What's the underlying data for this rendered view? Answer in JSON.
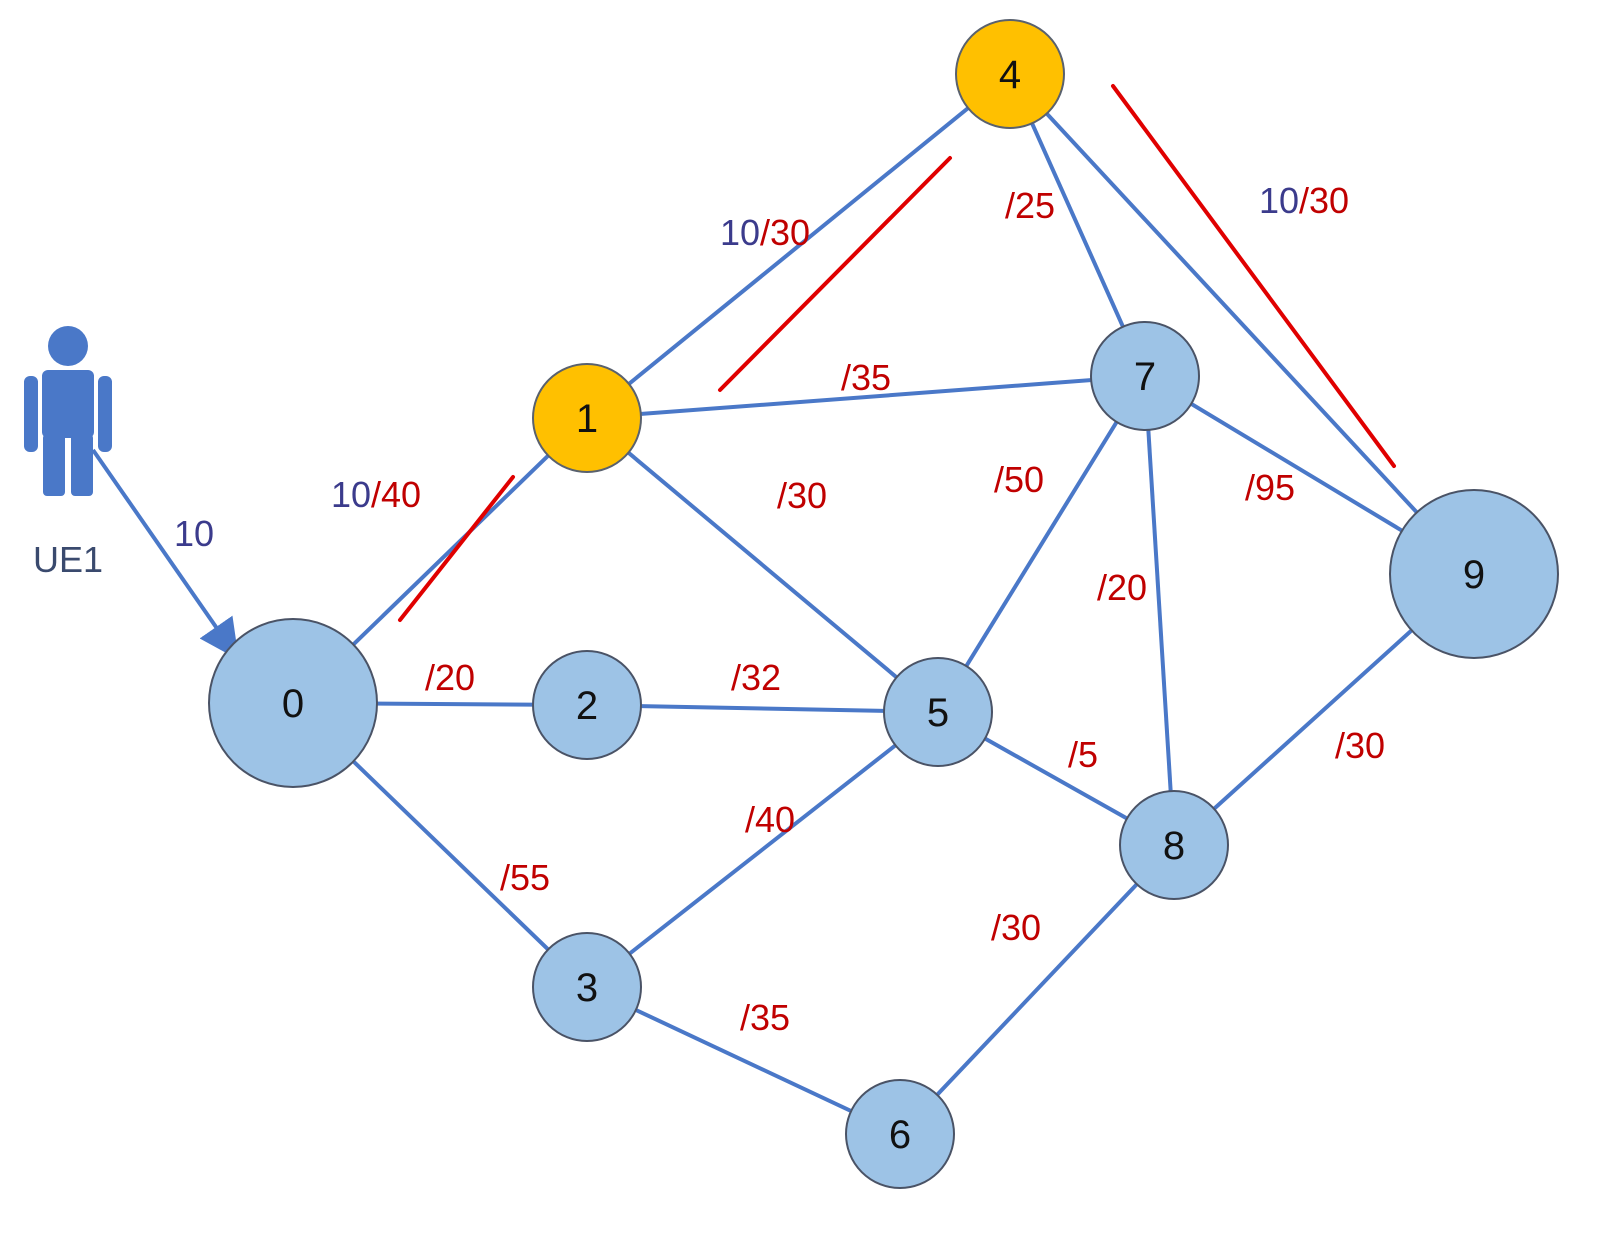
{
  "colors": {
    "edge": "#4a78c8",
    "node_fill": "#9dc3e6",
    "node_stroke": "#4a5366",
    "highlight_fill": "#ffc000",
    "highlight_stroke": "#59616e",
    "demand_text": "#3b3b8c",
    "capacity_text": "#c00000",
    "path_marker": "#e00000",
    "user_icon": "#4a78c8"
  },
  "user": {
    "label": "UE1",
    "icon": "person-icon",
    "demand_label": "10"
  },
  "nodes": [
    {
      "id": "0",
      "label": "0",
      "highlighted": false,
      "size": "large"
    },
    {
      "id": "1",
      "label": "1",
      "highlighted": true,
      "size": "small"
    },
    {
      "id": "2",
      "label": "2",
      "highlighted": false,
      "size": "small"
    },
    {
      "id": "3",
      "label": "3",
      "highlighted": false,
      "size": "small"
    },
    {
      "id": "4",
      "label": "4",
      "highlighted": true,
      "size": "small"
    },
    {
      "id": "5",
      "label": "5",
      "highlighted": false,
      "size": "small"
    },
    {
      "id": "6",
      "label": "6",
      "highlighted": false,
      "size": "small"
    },
    {
      "id": "7",
      "label": "7",
      "highlighted": false,
      "size": "small"
    },
    {
      "id": "8",
      "label": "8",
      "highlighted": false,
      "size": "small"
    },
    {
      "id": "9",
      "label": "9",
      "highlighted": false,
      "size": "large"
    }
  ],
  "edges": [
    {
      "from": "0",
      "to": "1",
      "demand": "10",
      "capacity": "/40",
      "on_path": true
    },
    {
      "from": "0",
      "to": "2",
      "demand": "",
      "capacity": "/20",
      "on_path": false
    },
    {
      "from": "0",
      "to": "3",
      "demand": "",
      "capacity": "/55",
      "on_path": false
    },
    {
      "from": "1",
      "to": "4",
      "demand": "10",
      "capacity": "/30",
      "on_path": true
    },
    {
      "from": "1",
      "to": "7",
      "demand": "",
      "capacity": "/35",
      "on_path": false
    },
    {
      "from": "1",
      "to": "5",
      "demand": "",
      "capacity": "/30",
      "on_path": false
    },
    {
      "from": "2",
      "to": "5",
      "demand": "",
      "capacity": "/32",
      "on_path": false
    },
    {
      "from": "3",
      "to": "5",
      "demand": "",
      "capacity": "/40",
      "on_path": false
    },
    {
      "from": "3",
      "to": "6",
      "demand": "",
      "capacity": "/35",
      "on_path": false
    },
    {
      "from": "4",
      "to": "7",
      "demand": "",
      "capacity": "/25",
      "on_path": false
    },
    {
      "from": "4",
      "to": "9",
      "demand": "10",
      "capacity": "/30",
      "on_path": true
    },
    {
      "from": "5",
      "to": "7",
      "demand": "",
      "capacity": "/50",
      "on_path": false
    },
    {
      "from": "5",
      "to": "8",
      "demand": "",
      "capacity": "/5",
      "on_path": false
    },
    {
      "from": "6",
      "to": "8",
      "demand": "",
      "capacity": "/30",
      "on_path": false
    },
    {
      "from": "7",
      "to": "8",
      "demand": "",
      "capacity": "/20",
      "on_path": false
    },
    {
      "from": "7",
      "to": "9",
      "demand": "",
      "capacity": "/95",
      "on_path": false
    },
    {
      "from": "8",
      "to": "9",
      "demand": "",
      "capacity": "/30",
      "on_path": false
    }
  ]
}
